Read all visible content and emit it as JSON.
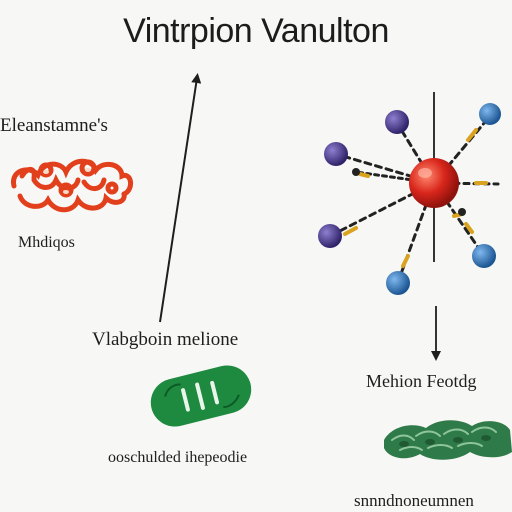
{
  "title": "Vintrpion Vanulton",
  "labels": {
    "top_left": "Eleanstamne's",
    "left_small": "Mhdiqos",
    "middle": "Vlabgboin melione",
    "right": "Mehion Feotdg",
    "bottom_left": "ooschulded ihepeodie",
    "bottom_right": "snnndnoneumnen"
  },
  "colors": {
    "red_blob": "#e2401c",
    "green_capsule": "#1d8a3f",
    "green_leaves": "#2f7a49",
    "center_atom": "#d9261c",
    "atom_purple": "#4b3a8c",
    "atom_blue": "#2e78c4",
    "bond_gold": "#d9a21f",
    "bond_dark": "#222222"
  }
}
